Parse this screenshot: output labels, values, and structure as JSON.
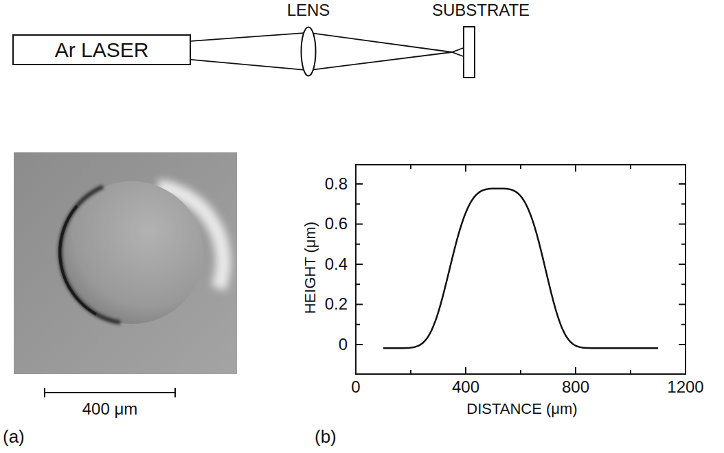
{
  "diagram": {
    "nodes": [
      {
        "text": [
          "Ar LASER"
        ]
      },
      {
        "text": [
          "LENS"
        ]
      },
      {
        "text": [
          "SUBSTRATE"
        ]
      }
    ],
    "edges": [
      {
        "from": 0,
        "to": 1,
        "arrow": "none"
      },
      {
        "from": 1,
        "to": 2,
        "arrow": "none"
      }
    ],
    "labels": [
      "400 μm",
      "(a)",
      "(b)",
      "0",
      "0.2",
      "0.4",
      "0.6",
      "0.8",
      "HEIGHT (μm)",
      "0",
      "400",
      "800",
      "1200",
      "DISTANCE (μm)"
    ]
  }
}
